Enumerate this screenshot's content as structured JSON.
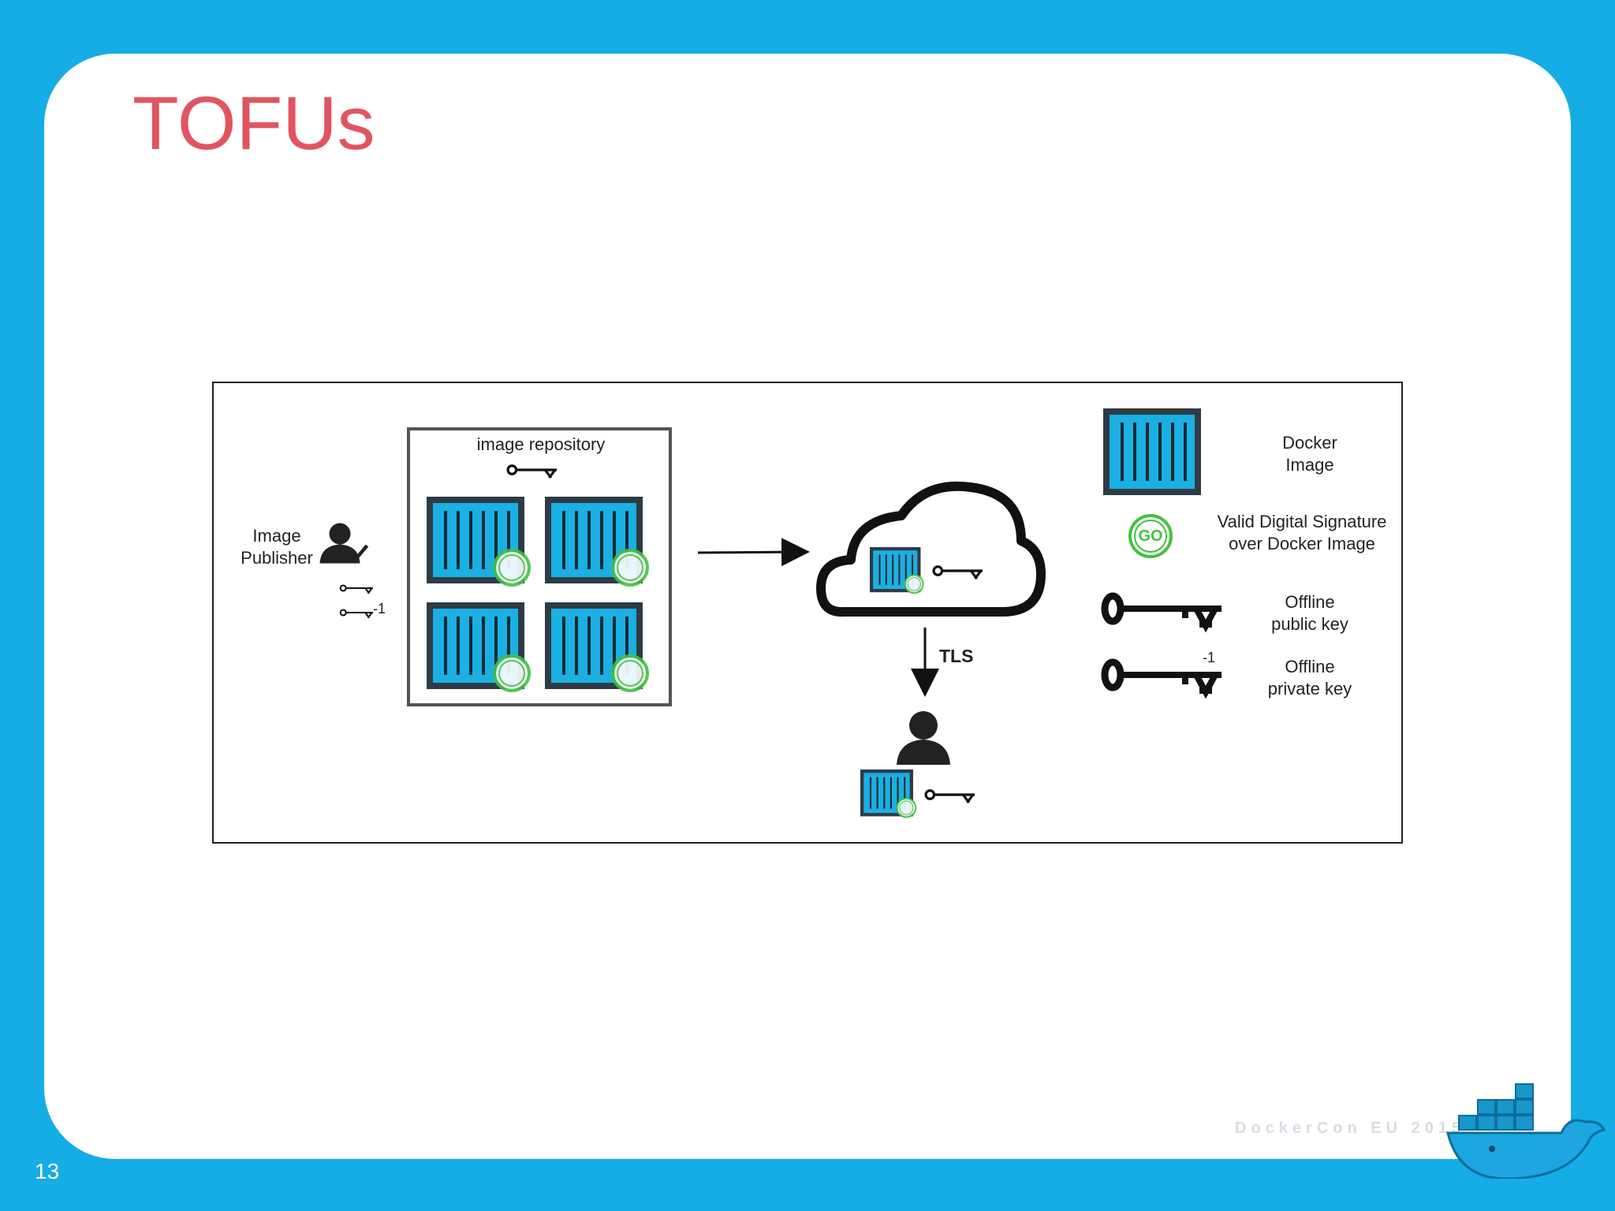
{
  "slide": {
    "title": "TOFUs",
    "page_number": "13",
    "footer_brand": "DockerCon EU 2015"
  },
  "diagram": {
    "publisher_label": "Image\nPublisher",
    "repository_label": "image repository",
    "tls_label": "TLS",
    "signature_badge": "GO",
    "private_key_exponent": "-1",
    "legend": {
      "docker_image": "Docker\nImage",
      "signature": "Valid Digital Signature\nover Docker Image",
      "public_key": "Offline\npublic key",
      "private_key": "Offline\nprivate key"
    }
  },
  "colors": {
    "background": "#16ace5",
    "title": "#e0555f",
    "container_fill": "#1ab0e3",
    "container_frame": "#2e3b44",
    "signature_green": "#3fc33f"
  }
}
